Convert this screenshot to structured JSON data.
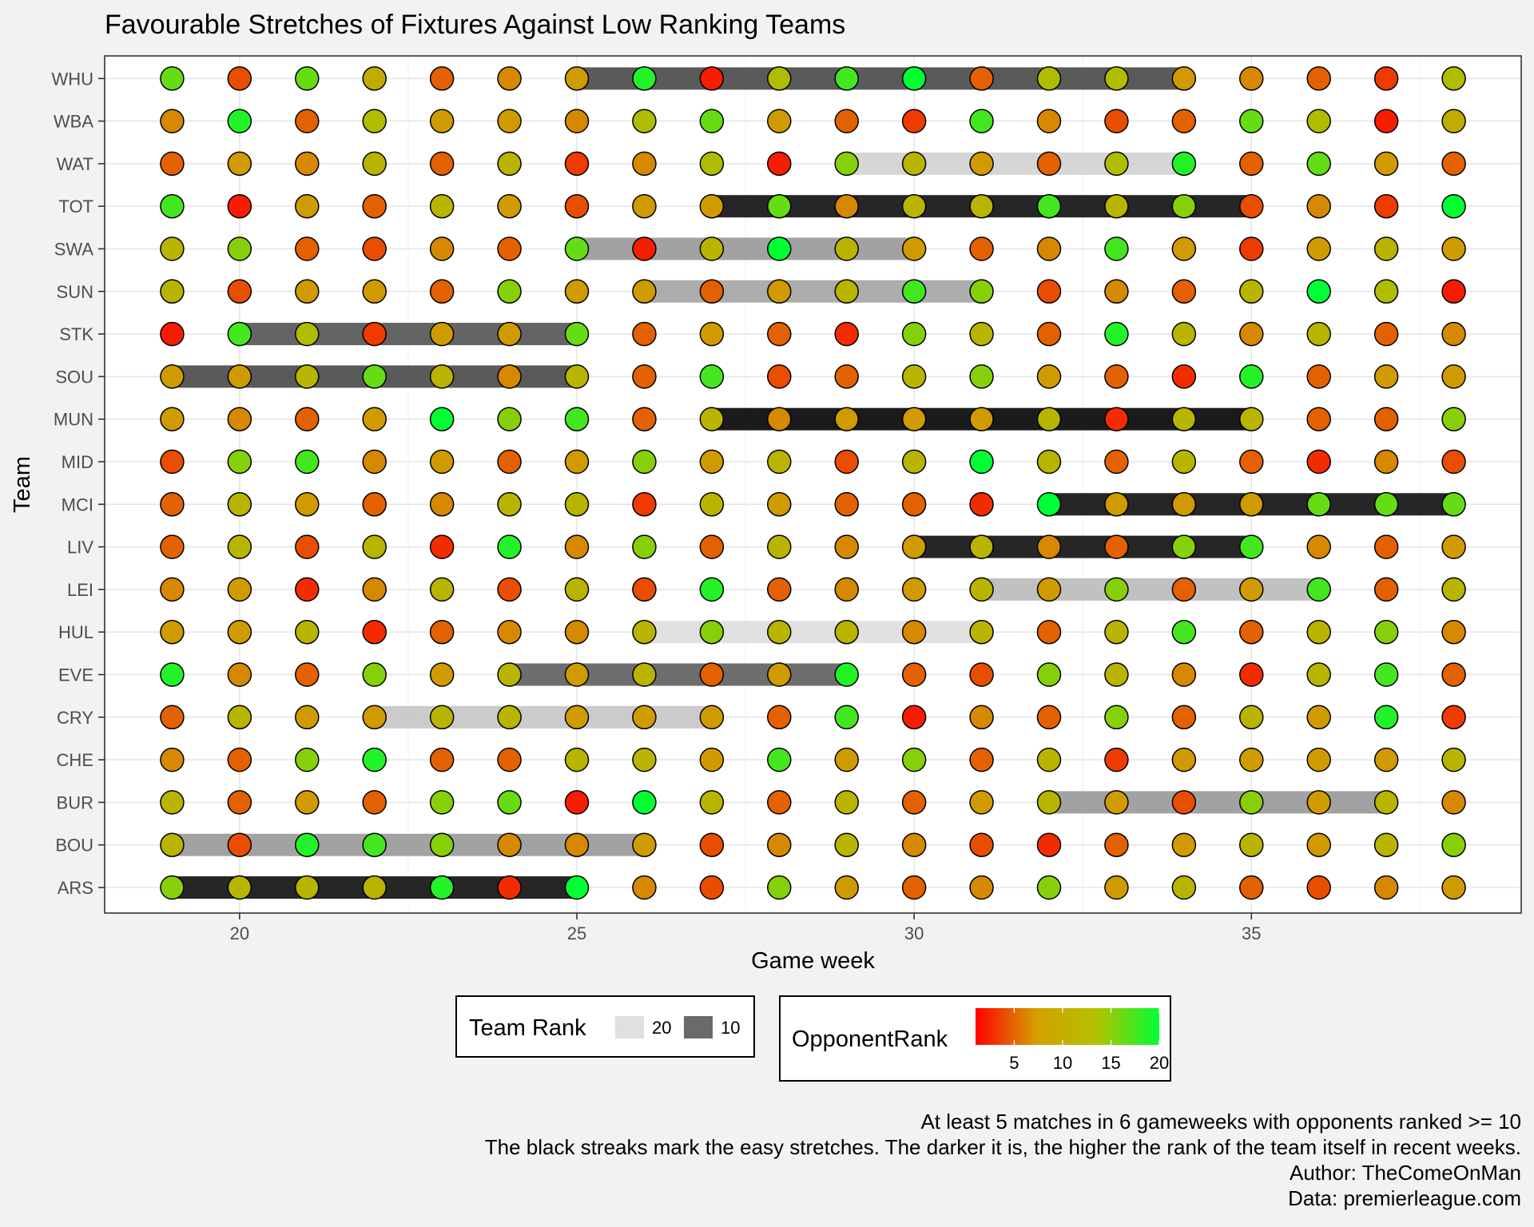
{
  "chart_data": {
    "type": "scatter",
    "title": "Favourable Stretches of Fixtures Against Low Ranking Teams",
    "xlabel": "Game week",
    "ylabel": "Team",
    "xlim": [
      18,
      39
    ],
    "x_ticks": [
      20,
      25,
      30,
      35
    ],
    "grid": true,
    "gameweeks": [
      19,
      20,
      21,
      22,
      23,
      24,
      25,
      26,
      27,
      28,
      29,
      30,
      31,
      32,
      33,
      34,
      35,
      36,
      37,
      38
    ],
    "teams": [
      "ARS",
      "BOU",
      "BUR",
      "CHE",
      "CRY",
      "EVE",
      "HUL",
      "LEI",
      "LIV",
      "MCI",
      "MID",
      "MUN",
      "SOU",
      "STK",
      "SUN",
      "SWA",
      "TOT",
      "WAT",
      "WBA",
      "WHU"
    ],
    "opponent_rank_by_team": {
      "WHU": [
        17,
        6,
        17,
        12,
        7,
        9,
        10,
        19,
        3,
        14,
        18,
        20,
        7,
        14,
        14,
        10,
        9,
        7,
        5,
        14
      ],
      "WBA": [
        9,
        19,
        7,
        14,
        10,
        10,
        9,
        14,
        17,
        10,
        7,
        5,
        18,
        9,
        6,
        7,
        17,
        14,
        3,
        12
      ],
      "WAT": [
        7,
        10,
        9,
        13,
        7,
        13,
        5,
        9,
        14,
        3,
        16,
        13,
        10,
        7,
        14,
        19,
        7,
        17,
        10,
        7
      ],
      "TOT": [
        18,
        3,
        10,
        7,
        13,
        10,
        6,
        10,
        10,
        17,
        9,
        13,
        13,
        18,
        13,
        16,
        6,
        9,
        5,
        20
      ],
      "SWA": [
        13,
        16,
        7,
        6,
        9,
        7,
        17,
        3,
        13,
        20,
        13,
        10,
        7,
        9,
        18,
        10,
        5,
        10,
        13,
        10
      ],
      "SUN": [
        13,
        6,
        10,
        10,
        7,
        16,
        10,
        10,
        7,
        10,
        13,
        18,
        16,
        6,
        9,
        7,
        13,
        20,
        14,
        3
      ],
      "STK": [
        3,
        18,
        14,
        5,
        10,
        10,
        17,
        7,
        10,
        7,
        4,
        16,
        13,
        7,
        19,
        13,
        9,
        13,
        7,
        9
      ],
      "SOU": [
        10,
        10,
        13,
        17,
        13,
        9,
        13,
        7,
        18,
        6,
        7,
        13,
        16,
        10,
        7,
        4,
        19,
        7,
        10,
        10
      ],
      "MUN": [
        10,
        9,
        7,
        10,
        20,
        16,
        18,
        7,
        13,
        9,
        10,
        10,
        10,
        13,
        4,
        13,
        13,
        7,
        7,
        16
      ],
      "MID": [
        6,
        16,
        18,
        9,
        10,
        7,
        10,
        16,
        10,
        13,
        6,
        13,
        20,
        13,
        7,
        13,
        7,
        4,
        9,
        6
      ],
      "MCI": [
        7,
        13,
        10,
        7,
        9,
        13,
        13,
        5,
        13,
        10,
        7,
        7,
        4,
        20,
        10,
        10,
        10,
        17,
        17,
        17
      ],
      "LIV": [
        7,
        13,
        6,
        13,
        4,
        19,
        9,
        16,
        7,
        13,
        9,
        10,
        13,
        9,
        7,
        16,
        18,
        9,
        7,
        10
      ],
      "LEI": [
        9,
        10,
        4,
        9,
        13,
        6,
        13,
        6,
        19,
        7,
        9,
        10,
        13,
        10,
        16,
        7,
        10,
        18,
        7,
        13
      ],
      "HUL": [
        10,
        10,
        13,
        4,
        7,
        9,
        9,
        13,
        16,
        13,
        13,
        9,
        13,
        7,
        13,
        18,
        7,
        13,
        16,
        9
      ],
      "EVE": [
        19,
        9,
        7,
        16,
        10,
        13,
        10,
        13,
        7,
        10,
        19,
        7,
        6,
        16,
        13,
        9,
        4,
        13,
        18,
        7
      ],
      "CRY": [
        7,
        13,
        10,
        10,
        13,
        13,
        10,
        10,
        10,
        7,
        18,
        3,
        9,
        7,
        16,
        7,
        13,
        10,
        19,
        5
      ],
      "CHE": [
        9,
        7,
        16,
        19,
        7,
        7,
        13,
        13,
        10,
        18,
        10,
        16,
        7,
        13,
        5,
        10,
        10,
        10,
        10,
        13
      ],
      "BUR": [
        13,
        7,
        10,
        7,
        16,
        17,
        3,
        20,
        13,
        7,
        13,
        7,
        10,
        13,
        10,
        6,
        16,
        10,
        13,
        9
      ],
      "BOU": [
        13,
        6,
        19,
        18,
        16,
        9,
        9,
        10,
        6,
        9,
        13,
        9,
        6,
        4,
        7,
        10,
        13,
        10,
        13,
        16
      ],
      "ARS": [
        16,
        13,
        13,
        13,
        19,
        4,
        20,
        9,
        6,
        16,
        10,
        7,
        9,
        16,
        10,
        13,
        7,
        6,
        9,
        10
      ]
    },
    "streaks": [
      {
        "team": "WHU",
        "from": 25,
        "to": 34,
        "team_rank": 7
      },
      {
        "team": "WAT",
        "from": 29,
        "to": 34,
        "team_rank": 19
      },
      {
        "team": "TOT",
        "from": 27,
        "to": 35,
        "team_rank": 2
      },
      {
        "team": "SWA",
        "from": 25,
        "to": 30,
        "team_rank": 14
      },
      {
        "team": "SUN",
        "from": 26,
        "to": 31,
        "team_rank": 15
      },
      {
        "team": "STK",
        "from": 20,
        "to": 25,
        "team_rank": 8
      },
      {
        "team": "SOU",
        "from": 19,
        "to": 25,
        "team_rank": 7
      },
      {
        "team": "MUN",
        "from": 27,
        "to": 35,
        "team_rank": 1
      },
      {
        "team": "MCI",
        "from": 32,
        "to": 38,
        "team_rank": 2
      },
      {
        "team": "LIV",
        "from": 30,
        "to": 35,
        "team_rank": 2
      },
      {
        "team": "LEI",
        "from": 31,
        "to": 36,
        "team_rank": 17
      },
      {
        "team": "HUL",
        "from": 26,
        "to": 31,
        "team_rank": 20
      },
      {
        "team": "EVE",
        "from": 24,
        "to": 29,
        "team_rank": 9
      },
      {
        "team": "CRY",
        "from": 22,
        "to": 27,
        "team_rank": 18
      },
      {
        "team": "BUR",
        "from": 32,
        "to": 37,
        "team_rank": 14
      },
      {
        "team": "BOU",
        "from": 19,
        "to": 26,
        "team_rank": 14
      },
      {
        "team": "ARS",
        "from": 19,
        "to": 25,
        "team_rank": 2
      }
    ],
    "legend_team_rank": {
      "title": "Team Rank",
      "labels": [
        "20",
        "10"
      ],
      "colors": [
        "#e0e0e0",
        "#6a6a6a"
      ]
    },
    "legend_opponent_rank": {
      "title": "OpponentRank",
      "labels": [
        "5",
        "10",
        "15",
        "20"
      ],
      "colors": [
        "#ff0000",
        "#d4a000",
        "#b2c200",
        "#00ff33"
      ]
    },
    "captions": [
      "At least 5 matches in 6 gameweeks with opponents ranked >= 10",
      "The black streaks mark the easy stretches. The darker it is, the higher the rank of the team itself in recent weeks.",
      "Author: TheComeOnMan",
      "Data: premierleague.com"
    ]
  }
}
